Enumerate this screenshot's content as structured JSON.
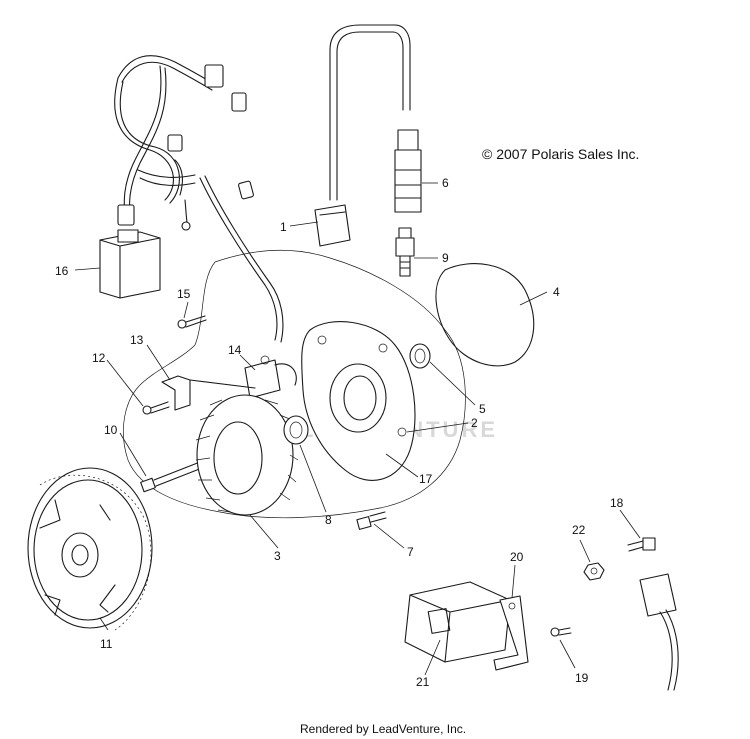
{
  "copyright": "© 2007 Polaris Sales Inc.",
  "footer": "Rendered by LeadVenture, Inc.",
  "watermark": "LEADVENTURE",
  "callouts": {
    "c1": "1",
    "c2": "2",
    "c3": "3",
    "c4": "4",
    "c5": "5",
    "c6": "6",
    "c7": "7",
    "c8": "8",
    "c9": "9",
    "c10": "10",
    "c11": "11",
    "c12": "12",
    "c13": "13",
    "c14": "14",
    "c15": "15",
    "c16": "16",
    "c17": "17",
    "c18": "18",
    "c19": "19",
    "c20": "20",
    "c21": "21",
    "c22": "22"
  },
  "colors": {
    "line": "#1a1a1a",
    "watermark": "#d8d8d8",
    "background": "#ffffff"
  }
}
